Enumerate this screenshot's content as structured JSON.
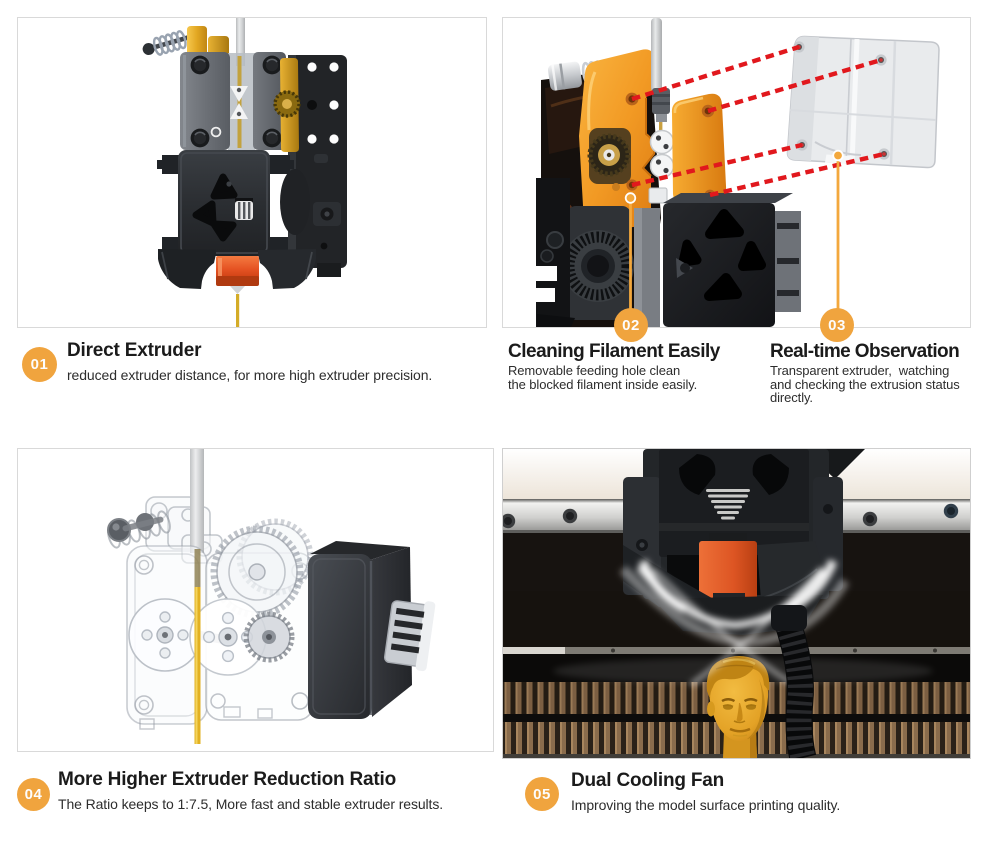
{
  "colors": {
    "accent_orange": "#f0a43e",
    "red_dash": "#e1181d",
    "title_text": "#1b1b1b",
    "body_text": "#2d2d2d",
    "panel_border": "#d9d9d9",
    "page_background": "#ffffff",
    "filament_yellow": "#e2b122",
    "nozzle_orange": "#e05a26",
    "model_yellow": "#e8aa30"
  },
  "features": [
    {
      "num": "01",
      "title": "Direct Extruder",
      "desc": "reduced extruder distance, for more high extruder precision."
    },
    {
      "num": "02",
      "title": "Cleaning Filament Easily",
      "desc": "Removable feeding hole clean\nthe blocked filament inside easily."
    },
    {
      "num": "03",
      "title": "Real-time Observation",
      "desc": "Transparent extruder,  watching\nand checking the extrusion status\ndirectly."
    },
    {
      "num": "04",
      "title": "More Higher Extruder Reduction Ratio",
      "desc": "The Ratio keeps to 1:7.5, More fast and stable extruder results."
    },
    {
      "num": "05",
      "title": "Dual Cooling Fan",
      "desc": "Improving the model surface printing quality."
    }
  ]
}
